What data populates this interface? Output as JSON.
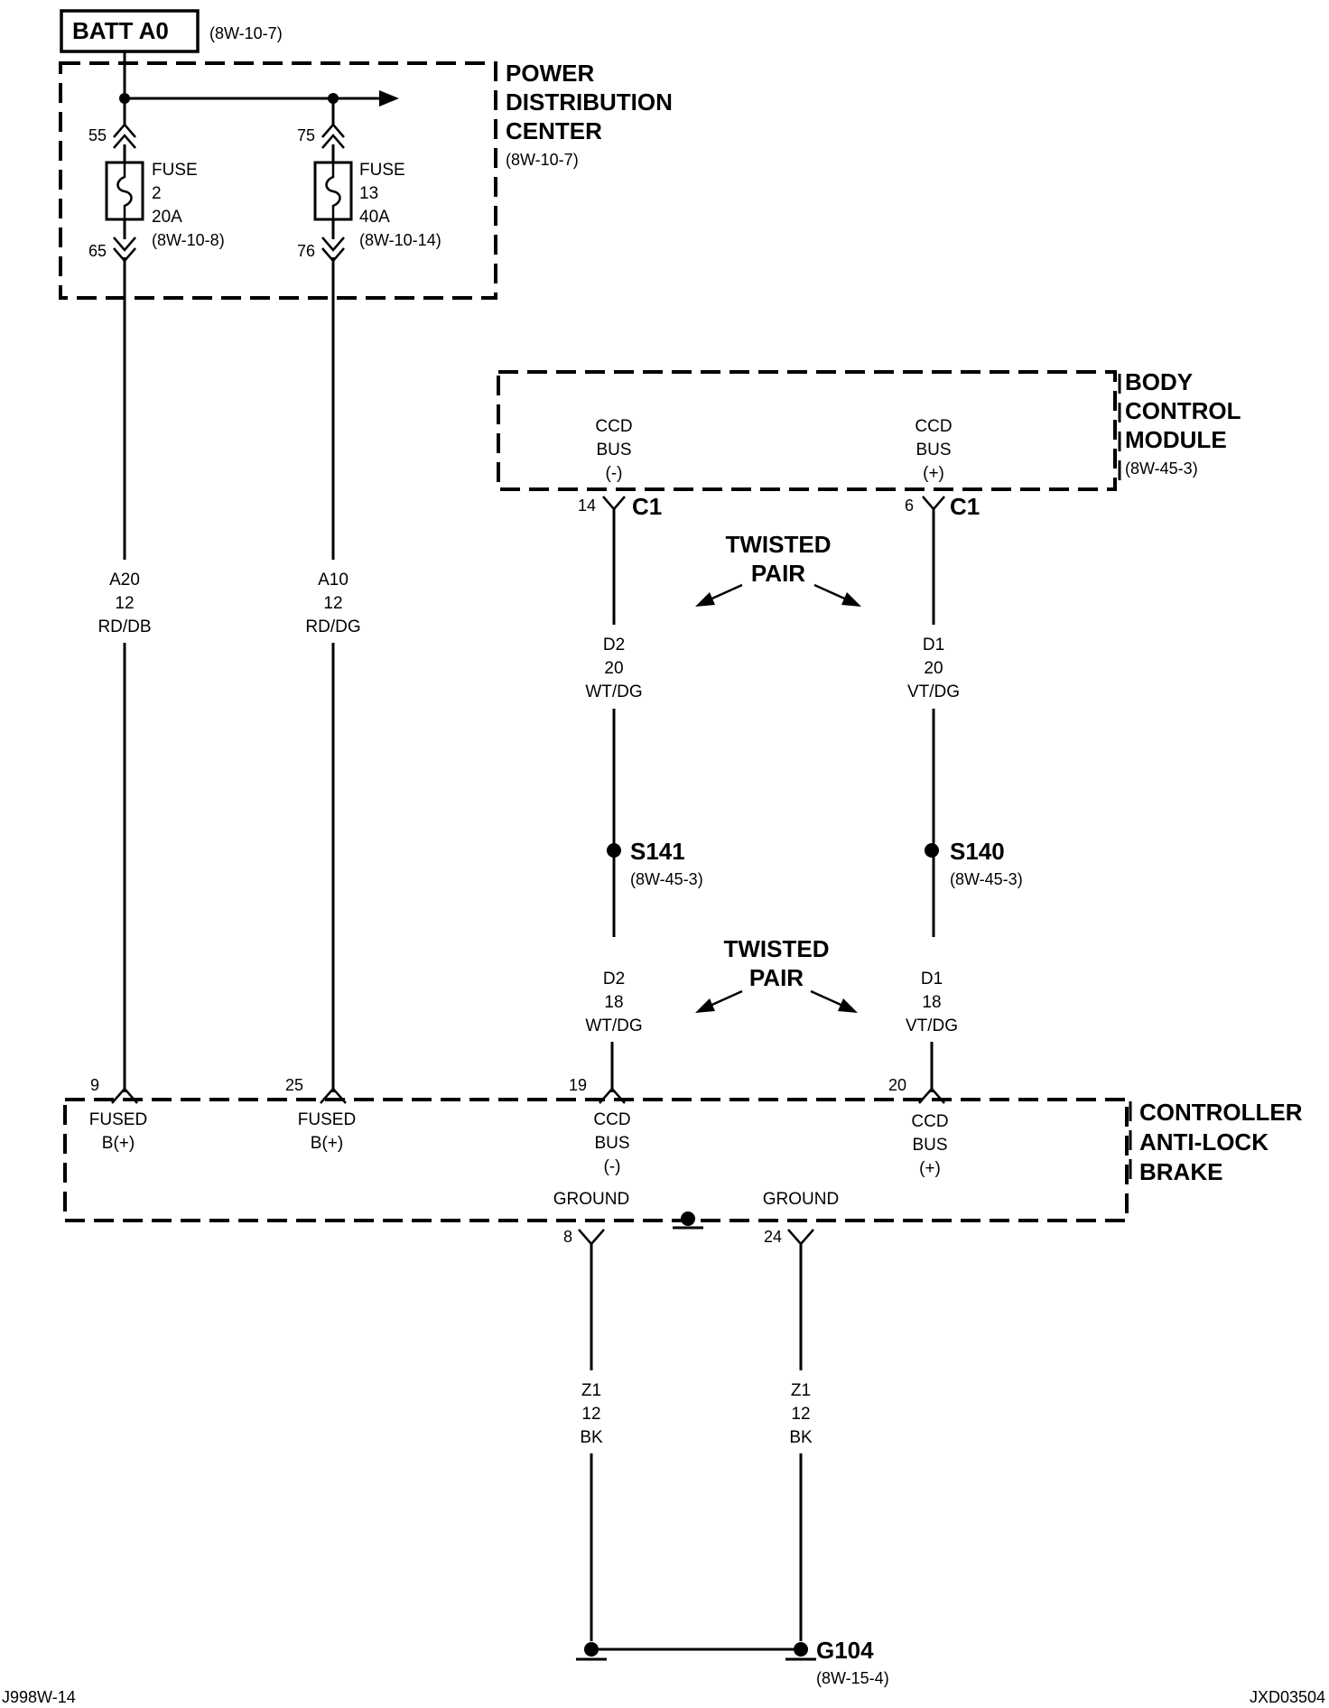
{
  "batt": {
    "label": "BATT A0",
    "ref": "(8W-10-7)"
  },
  "pdc": {
    "title": [
      "POWER",
      "DISTRIBUTION",
      "CENTER"
    ],
    "ref": "(8W-10-7)",
    "fuses": [
      {
        "label": "FUSE",
        "number": "2",
        "rating": "20A",
        "ref": "(8W-10-8)",
        "pin_in": "55",
        "pin_out": "65"
      },
      {
        "label": "FUSE",
        "number": "13",
        "rating": "40A",
        "ref": "(8W-10-14)",
        "pin_in": "75",
        "pin_out": "76"
      }
    ]
  },
  "bcm": {
    "title": [
      "BODY",
      "CONTROL",
      "MODULE"
    ],
    "ref": "(8W-45-3)",
    "terminals": [
      {
        "lines": [
          "CCD",
          "BUS",
          "(-)"
        ],
        "pin": "14",
        "connector": "C1"
      },
      {
        "lines": [
          "CCD",
          "BUS",
          "(+)"
        ],
        "pin": "6",
        "connector": "C1"
      }
    ]
  },
  "twisted_pair": [
    "TWISTED",
    "PAIR"
  ],
  "wires": {
    "a20": [
      "A20",
      "12",
      "RD/DB"
    ],
    "a10": [
      "A10",
      "12",
      "RD/DG"
    ],
    "d2_upper": [
      "D2",
      "20",
      "WT/DG"
    ],
    "d1_upper": [
      "D1",
      "20",
      "VT/DG"
    ],
    "d2_lower": [
      "D2",
      "18",
      "WT/DG"
    ],
    "d1_lower": [
      "D1",
      "18",
      "VT/DG"
    ],
    "z1_left": [
      "Z1",
      "12",
      "BK"
    ],
    "z1_right": [
      "Z1",
      "12",
      "BK"
    ]
  },
  "splices": [
    {
      "id": "S141",
      "ref": "(8W-45-3)"
    },
    {
      "id": "S140",
      "ref": "(8W-45-3)"
    }
  ],
  "cab": {
    "title": [
      "CONTROLLER",
      "ANTI-LOCK",
      "BRAKE"
    ],
    "pins": [
      {
        "pin": "9",
        "lines": [
          "FUSED",
          "B(+)"
        ]
      },
      {
        "pin": "25",
        "lines": [
          "FUSED",
          "B(+)"
        ]
      },
      {
        "pin": "19",
        "lines": [
          "CCD",
          "BUS",
          "(-)"
        ]
      },
      {
        "pin": "20",
        "lines": [
          "CCD",
          "BUS",
          "(+)"
        ]
      }
    ],
    "grounds": [
      {
        "label": "GROUND",
        "pin": "8"
      },
      {
        "label": "GROUND",
        "pin": "24"
      }
    ]
  },
  "ground_point": {
    "id": "G104",
    "ref": "(8W-15-4)"
  },
  "footer": {
    "left": "J998W-14",
    "right": "JXD03504"
  }
}
